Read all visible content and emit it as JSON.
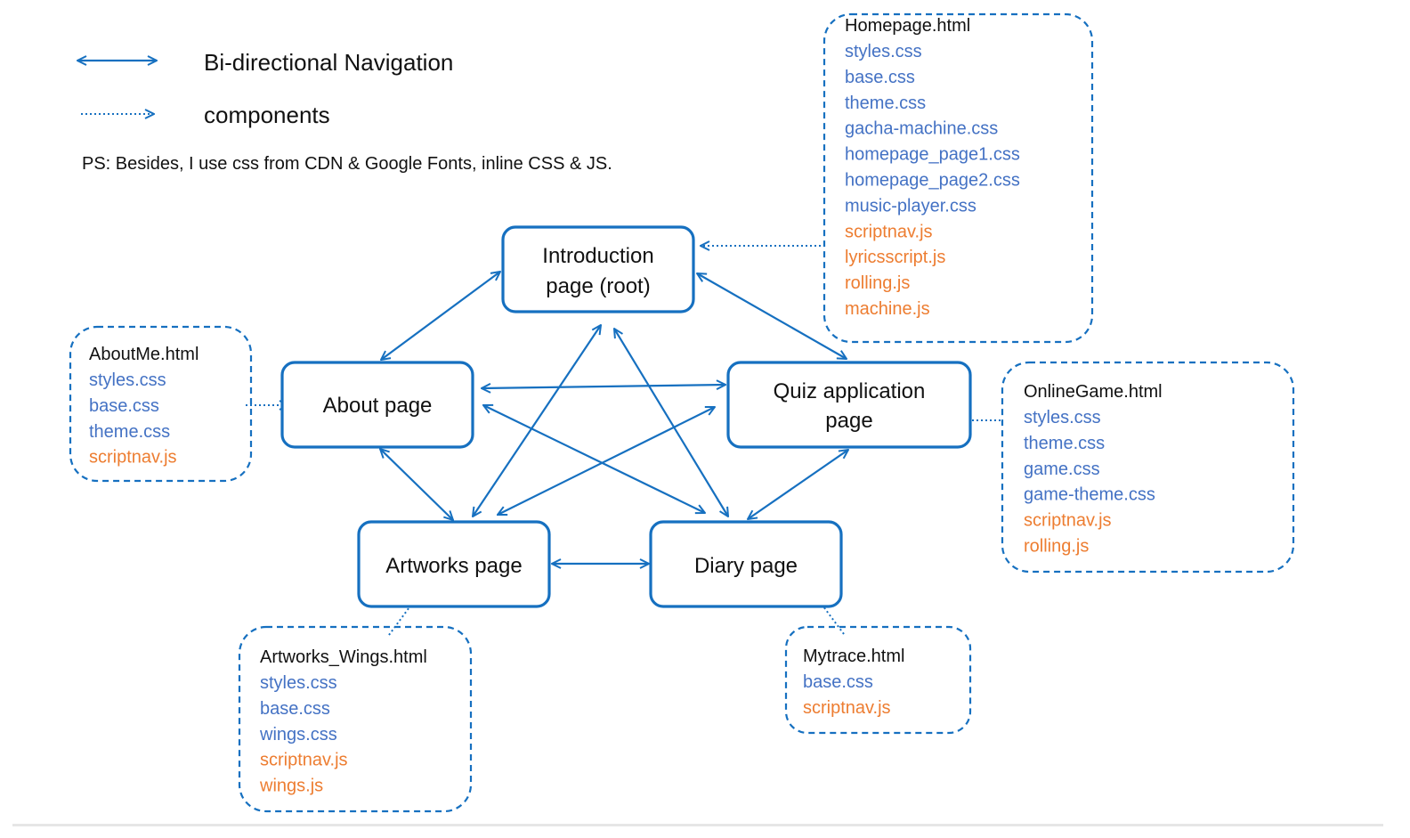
{
  "colors": {
    "line": "#1670c0",
    "css_text": "#4472c4",
    "js_text": "#ed7d31",
    "text": "#111111"
  },
  "legend": {
    "bidirectional": "Bi-directional Navigation",
    "components": "components",
    "ps": "PS: Besides, I use css from CDN & Google Fonts, inline CSS & JS."
  },
  "nodes": {
    "intro": {
      "lines": [
        "Introduction",
        "page (root)"
      ]
    },
    "about": {
      "lines": [
        "About page"
      ]
    },
    "quiz": {
      "lines": [
        "Quiz application",
        "page"
      ]
    },
    "artworks": {
      "lines": [
        "Artworks page"
      ]
    },
    "diary": {
      "lines": [
        "Diary page"
      ]
    }
  },
  "components": {
    "homepage": {
      "title": "Homepage.html",
      "files": [
        {
          "name": "styles.css",
          "kind": "css"
        },
        {
          "name": "base.css",
          "kind": "css"
        },
        {
          "name": "theme.css",
          "kind": "css"
        },
        {
          "name": "gacha-machine.css",
          "kind": "css"
        },
        {
          "name": "homepage_page1.css",
          "kind": "css"
        },
        {
          "name": "homepage_page2.css",
          "kind": "css"
        },
        {
          "name": "music-player.css",
          "kind": "css"
        },
        {
          "name": "scriptnav.js",
          "kind": "js"
        },
        {
          "name": "lyricsscript.js",
          "kind": "js"
        },
        {
          "name": "rolling.js",
          "kind": "js"
        },
        {
          "name": "machine.js",
          "kind": "js"
        }
      ]
    },
    "aboutme": {
      "title": "AboutMe.html",
      "files": [
        {
          "name": "styles.css",
          "kind": "css"
        },
        {
          "name": "base.css",
          "kind": "css"
        },
        {
          "name": "theme.css",
          "kind": "css"
        },
        {
          "name": "scriptnav.js",
          "kind": "js"
        }
      ]
    },
    "onlinegame": {
      "title": "OnlineGame.html",
      "files": [
        {
          "name": "styles.css",
          "kind": "css"
        },
        {
          "name": "theme.css",
          "kind": "css"
        },
        {
          "name": "game.css",
          "kind": "css"
        },
        {
          "name": "game-theme.css",
          "kind": "css"
        },
        {
          "name": "scriptnav.js",
          "kind": "js"
        },
        {
          "name": "rolling.js",
          "kind": "js"
        }
      ]
    },
    "artworkswings": {
      "title": "Artworks_Wings.html",
      "files": [
        {
          "name": "styles.css",
          "kind": "css"
        },
        {
          "name": "base.css",
          "kind": "css"
        },
        {
          "name": "wings.css",
          "kind": "css"
        },
        {
          "name": "scriptnav.js",
          "kind": "js"
        },
        {
          "name": "wings.js",
          "kind": "js"
        }
      ]
    },
    "mytrace": {
      "title": "Mytrace.html",
      "files": [
        {
          "name": "base.css",
          "kind": "css"
        },
        {
          "name": "scriptnav.js",
          "kind": "js"
        }
      ]
    }
  },
  "edges": [
    {
      "from": "intro",
      "to": "about"
    },
    {
      "from": "intro",
      "to": "quiz"
    },
    {
      "from": "intro",
      "to": "artworks"
    },
    {
      "from": "intro",
      "to": "diary"
    },
    {
      "from": "about",
      "to": "quiz"
    },
    {
      "from": "about",
      "to": "artworks"
    },
    {
      "from": "about",
      "to": "diary"
    },
    {
      "from": "quiz",
      "to": "artworks"
    },
    {
      "from": "quiz",
      "to": "diary"
    },
    {
      "from": "artworks",
      "to": "diary"
    }
  ],
  "component_links": [
    {
      "component": "homepage",
      "node": "intro"
    },
    {
      "component": "aboutme",
      "node": "about"
    },
    {
      "component": "onlinegame",
      "node": "quiz"
    },
    {
      "component": "artworkswings",
      "node": "artworks"
    },
    {
      "component": "mytrace",
      "node": "diary"
    }
  ]
}
